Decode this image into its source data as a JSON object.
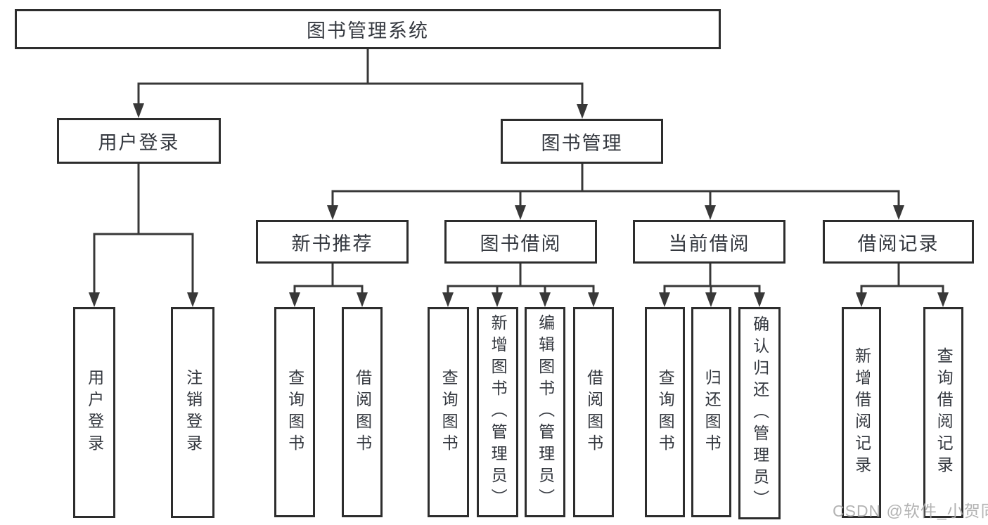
{
  "diagram": {
    "root": {
      "label": "图书管理系统"
    },
    "level2": {
      "user_login": {
        "label": "用户登录"
      },
      "book_mgmt": {
        "label": "图书管理"
      }
    },
    "level3": {
      "new_book_rec": {
        "label": "新书推荐"
      },
      "book_borrow": {
        "label": "图书借阅"
      },
      "current_borrow": {
        "label": "当前借阅"
      },
      "borrow_records": {
        "label": "借阅记录"
      }
    },
    "leaves": {
      "login": {
        "label": "用户登录"
      },
      "logout": {
        "label": "注销登录"
      },
      "rec_query": {
        "label": "查询图书"
      },
      "rec_borrow": {
        "label": "借阅图书"
      },
      "bor_query": {
        "label": "查询图书"
      },
      "bor_add": {
        "label": "新增图书（管理员）"
      },
      "bor_edit": {
        "label": "编辑图书（管理员）"
      },
      "bor_borrow": {
        "label": "借阅图书"
      },
      "cur_query": {
        "label": "查询图书"
      },
      "cur_return": {
        "label": "归还图书"
      },
      "cur_confirm": {
        "label": "确认归还（管理员）"
      },
      "recd_add": {
        "label": "新增借阅记录"
      },
      "recd_query": {
        "label": "查询借阅记录"
      }
    }
  },
  "watermark": {
    "text": "CSDN @软件_小贺同学"
  },
  "colors": {
    "line": "#383838",
    "border": "#2d2d2d",
    "text": "#34383f",
    "watermark": "#acacac"
  }
}
